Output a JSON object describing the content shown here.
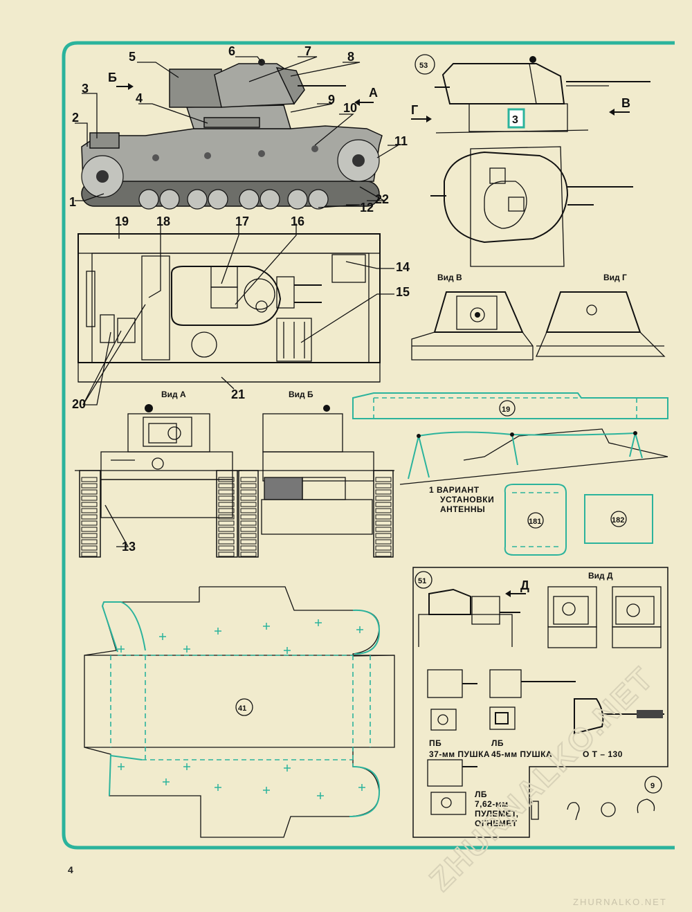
{
  "labels": {
    "n1": "1",
    "n2": "2",
    "n3": "3",
    "n4": "4",
    "n5": "5",
    "n6": "6",
    "n7": "7",
    "n8": "8",
    "n9": "9",
    "n10": "10",
    "n11": "11",
    "n12": "12",
    "n13": "13",
    "n14": "14",
    "n15": "15",
    "n16": "16",
    "n17": "17",
    "n18": "18",
    "n19": "19",
    "n20": "20",
    "n21": "21",
    "n22": "22"
  },
  "arrows": {
    "a": "А",
    "b": "Б",
    "v": "В",
    "g": "Г",
    "d": "Д"
  },
  "views": {
    "vid_a": "Вид А",
    "vid_b": "Вид Б",
    "vid_v": "Вид В",
    "vid_g": "Вид Г",
    "vid_d": "Вид Д"
  },
  "parts": {
    "p5_3": "53",
    "p19": "19",
    "p18_1": "181",
    "p18_2": "182",
    "p4_1": "41",
    "p5_1": "51",
    "p9": "9"
  },
  "captions": {
    "antenna_1": "1 ВАРИАНТ",
    "antenna_2": "УСТАНОВКИ",
    "antenna_3": "АНТЕННЫ",
    "pb_title": "ПБ",
    "pb_gun": "37-мм ПУШКА",
    "lb_title": "ЛБ",
    "lb_gun": "45-мм ПУШКА",
    "ot": "О Т – 130",
    "lb2_title": "ЛБ",
    "lb2_line1": "7,62-мм",
    "lb2_line2": "ПУЛЕМЕТ,",
    "lb2_line3": "ОГНЕМЕТ"
  },
  "hull_number": "3",
  "page_number": "4",
  "watermark": "ZHURNALKO.NET",
  "site": "ZHURNALKO.NET",
  "colors": {
    "paper": "#f1ebcd",
    "accent": "#2bb39c",
    "ink": "#111111",
    "tank_grey": "#a7a8a2"
  }
}
